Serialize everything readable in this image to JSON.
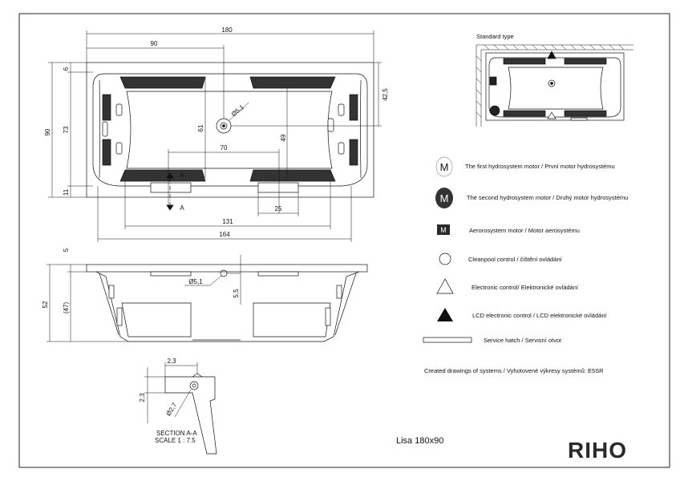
{
  "standard_type": "Standard type",
  "top_view": {
    "dim_length": "180",
    "dim_half": "90",
    "dim_width": "90",
    "dim_73": "73",
    "dim_6": "6",
    "dim_11": "11",
    "dim_61": "61",
    "dim_49": "49",
    "dim_70": "70",
    "dim_25": "25",
    "dim_131": "131",
    "dim_164": "164",
    "dim_425": "42,5",
    "dim_drain": "Ø5,1",
    "section_mark_top": "A",
    "section_mark_bottom": "A"
  },
  "side_view": {
    "dim_5": "5",
    "dim_52": "52",
    "dim_47": "(47)",
    "dim_drain": "Ø5,1",
    "dim_55": "5,5"
  },
  "section": {
    "dim_23_top": "2,3",
    "dim_23_left": "2,3",
    "dim_27": "Ø2,7",
    "caption_line1": "SECTION A-A",
    "caption_line2": "SCALE 1 : 7.5"
  },
  "legend": [
    {
      "icon": "first-motor-icon",
      "glyph": "M",
      "label": "The first hydrosystem motor / První motor hydrosystému"
    },
    {
      "icon": "second-motor-icon",
      "glyph": "M",
      "label": "The second hydrosystem motor / Druhý motor hydrosystému"
    },
    {
      "icon": "aero-motor-icon",
      "glyph": "M",
      "label": "Aerorosystem motor / Motor aerosystému"
    },
    {
      "icon": "cleanpool-icon",
      "glyph": "",
      "label": "Cleanpool control / čištění ovládání"
    },
    {
      "icon": "electronic-control-icon",
      "glyph": "",
      "label": "Electronic control/ Elektronické ovládání"
    },
    {
      "icon": "lcd-control-icon",
      "glyph": "",
      "label": "LCD electronic control / LCD elektronické ovládání"
    },
    {
      "icon": "service-hatch-icon",
      "glyph": "",
      "label": "Service hatch / Servisní otvor"
    }
  ],
  "created_drawings": "Created drawings of systems / Vyhotovené výkresy systémů: E5SR",
  "model_title": "Lisa 180x90",
  "brand": "RIHO"
}
